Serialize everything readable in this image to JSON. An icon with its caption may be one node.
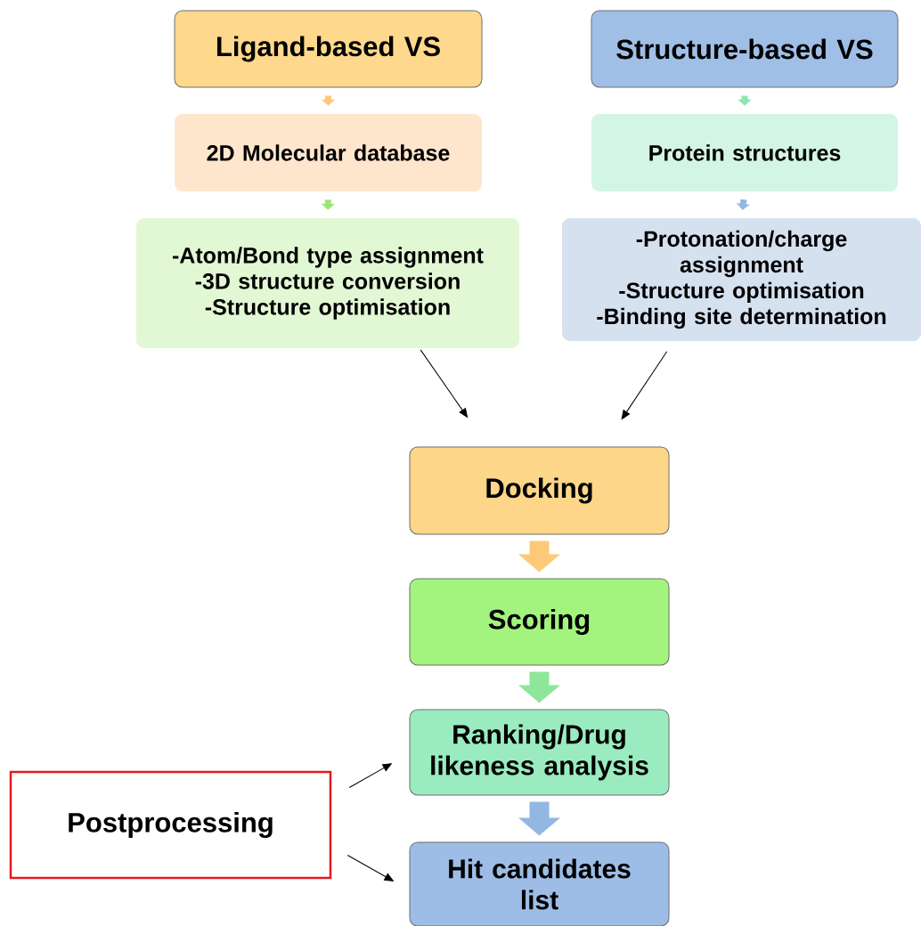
{
  "diagram": {
    "nodes": [
      {
        "text": [
          "Ligand-based VS"
        ]
      },
      {
        "text": [
          "2D Molecular database"
        ]
      },
      {
        "text": [
          "-Atom/Bond type assignment",
          "-3D structure conversion",
          "-Structure optimisation"
        ]
      },
      {
        "text": [
          "Structure-based VS"
        ]
      },
      {
        "text": [
          "Protein structures"
        ]
      },
      {
        "text": [
          "-Protonation/charge assignment",
          "-Structure optimisation",
          "-Binding site determination"
        ]
      },
      {
        "text": [
          "Docking"
        ]
      },
      {
        "text": [
          "Scoring"
        ]
      },
      {
        "text": [
          "Ranking/Drug likeness analysis"
        ]
      },
      {
        "text": [
          "Hit candidates list"
        ]
      },
      {
        "text": [
          "Postprocessing"
        ]
      }
    ],
    "edges": [
      {
        "from": 0,
        "to": 1,
        "arrow": "to",
        "color": "#fdc978"
      },
      {
        "from": 1,
        "to": 2,
        "arrow": "to",
        "color": "#9be67a"
      },
      {
        "from": 3,
        "to": 4,
        "arrow": "to",
        "color": "#8ee6b4"
      },
      {
        "from": 4,
        "to": 5,
        "arrow": "to",
        "color": "#93b7e3"
      },
      {
        "from": 2,
        "to": 6,
        "arrow": "to"
      },
      {
        "from": 5,
        "to": 6,
        "arrow": "to"
      },
      {
        "from": 6,
        "to": 7,
        "arrow": "to",
        "style": "thick",
        "color": "#fdc978"
      },
      {
        "from": 7,
        "to": 8,
        "arrow": "to",
        "style": "thick",
        "color": "#8ee69a"
      },
      {
        "from": 8,
        "to": 9,
        "arrow": "to",
        "style": "thick",
        "color": "#93b7e3"
      },
      {
        "from": 10,
        "to": 8,
        "arrow": "to"
      },
      {
        "from": 10,
        "to": 9,
        "arrow": "to"
      }
    ]
  }
}
